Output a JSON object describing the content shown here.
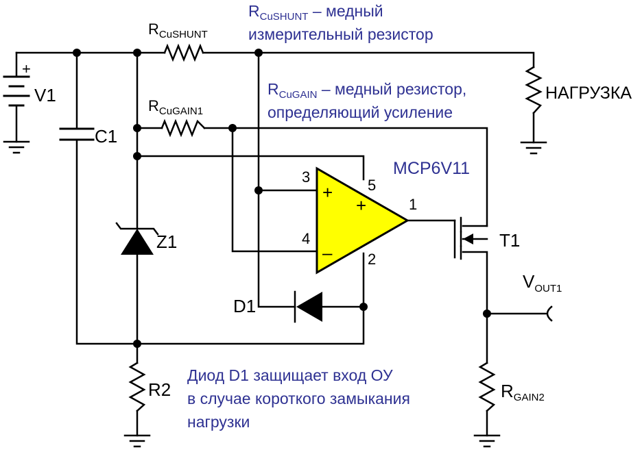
{
  "labels": {
    "v1": "V1",
    "c1": "C1",
    "z1": "Z1",
    "r2": "R2",
    "d1": "D1",
    "t1": "T1",
    "load": "НАГРУЗКА",
    "opamp": "MCP6V11",
    "r_shunt": {
      "main": "R",
      "sub": "CuSHUNT"
    },
    "r_gain1": {
      "main": "R",
      "sub": "CuGAIN1"
    },
    "r_gain2": {
      "main": "R",
      "sub": "GAIN2"
    },
    "vout": {
      "main": "V",
      "sub": "OUT1"
    }
  },
  "pins": {
    "p1": "1",
    "p2": "2",
    "p3": "3",
    "p4": "4",
    "p5": "5"
  },
  "opamp_signs": {
    "plus_in": "+",
    "minus_in": "–",
    "plus_supply": "+"
  },
  "battery_sign": "+",
  "annotations": {
    "shunt": {
      "main": "R",
      "sub": "CuSHUNT",
      "line1_rest": " – медный",
      "line2": "измерительный резистор"
    },
    "gain": {
      "main": "R",
      "sub": "CuGAIN",
      "line1_rest": " – медный резистор,",
      "line2": "определяющий усиление"
    },
    "diode_note": [
      "Диод D1 защищает вход ОУ",
      "в случае короткого замыкания",
      "нагрузки"
    ]
  },
  "colors": {
    "wire": "#000000",
    "opamp_fill": "#ffff00",
    "annotation": "#2e3192"
  }
}
